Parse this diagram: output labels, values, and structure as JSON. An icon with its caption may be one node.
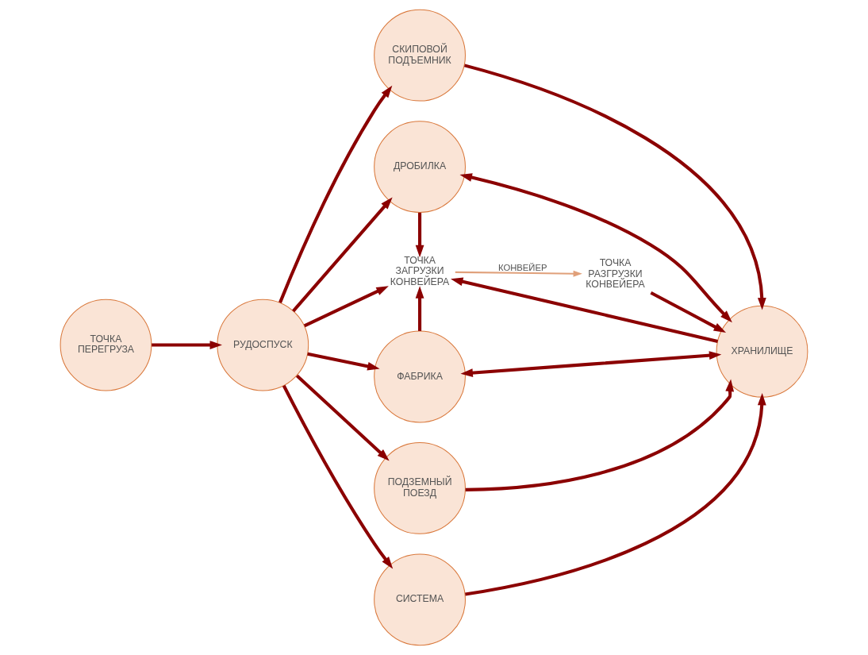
{
  "diagram": {
    "nodes": [
      {
        "text": [
          "ТОЧКА ПЕРЕГРУЗА"
        ]
      },
      {
        "text": [
          "РУДОСПУСК"
        ]
      },
      {
        "text": [
          "СКИПОВОЙ ПОДЪЕМНИК"
        ]
      },
      {
        "text": [
          "ДРОБИЛКА"
        ]
      },
      {
        "text": [
          "ТОЧКА ЗАГРУЗКИ КОНВЕЙЕРА"
        ]
      },
      {
        "text": [
          "ТОЧКА РАЗГРУЗКИ КОНВЕЙЕРА"
        ]
      },
      {
        "text": [
          "ХРАНИЛИЩЕ"
        ]
      },
      {
        "text": [
          "ФАБРИКА"
        ]
      },
      {
        "text": [
          "ПОДЗЕМНЫЙ ПОЕЗД"
        ]
      },
      {
        "text": [
          "СИСТЕМА"
        ]
      }
    ],
    "edges": [
      {
        "from": 0,
        "to": 1,
        "arrow": "to"
      },
      {
        "from": 1,
        "to": 2,
        "arrow": "to"
      },
      {
        "from": 1,
        "to": 3,
        "arrow": "to"
      },
      {
        "from": 1,
        "to": 4,
        "arrow": "to"
      },
      {
        "from": 1,
        "to": 7,
        "arrow": "to"
      },
      {
        "from": 1,
        "to": 8,
        "arrow": "to"
      },
      {
        "from": 1,
        "to": 9,
        "arrow": "to"
      },
      {
        "from": 2,
        "to": 6,
        "arrow": "to"
      },
      {
        "from": 3,
        "to": 6,
        "arrow": "both"
      },
      {
        "from": 3,
        "to": 4,
        "arrow": "to"
      },
      {
        "from": 4,
        "to": 5,
        "arrow": "to",
        "label": "КОНВЕЙЕР",
        "color": "#e0a07a"
      },
      {
        "from": 5,
        "to": 6,
        "arrow": "to"
      },
      {
        "from": 6,
        "to": 4,
        "arrow": "to"
      },
      {
        "from": 7,
        "to": 4,
        "arrow": "to"
      },
      {
        "from": 7,
        "to": 6,
        "arrow": "both"
      },
      {
        "from": 8,
        "to": 6,
        "arrow": "to"
      },
      {
        "from": 9,
        "to": 6,
        "arrow": "to"
      }
    ]
  }
}
